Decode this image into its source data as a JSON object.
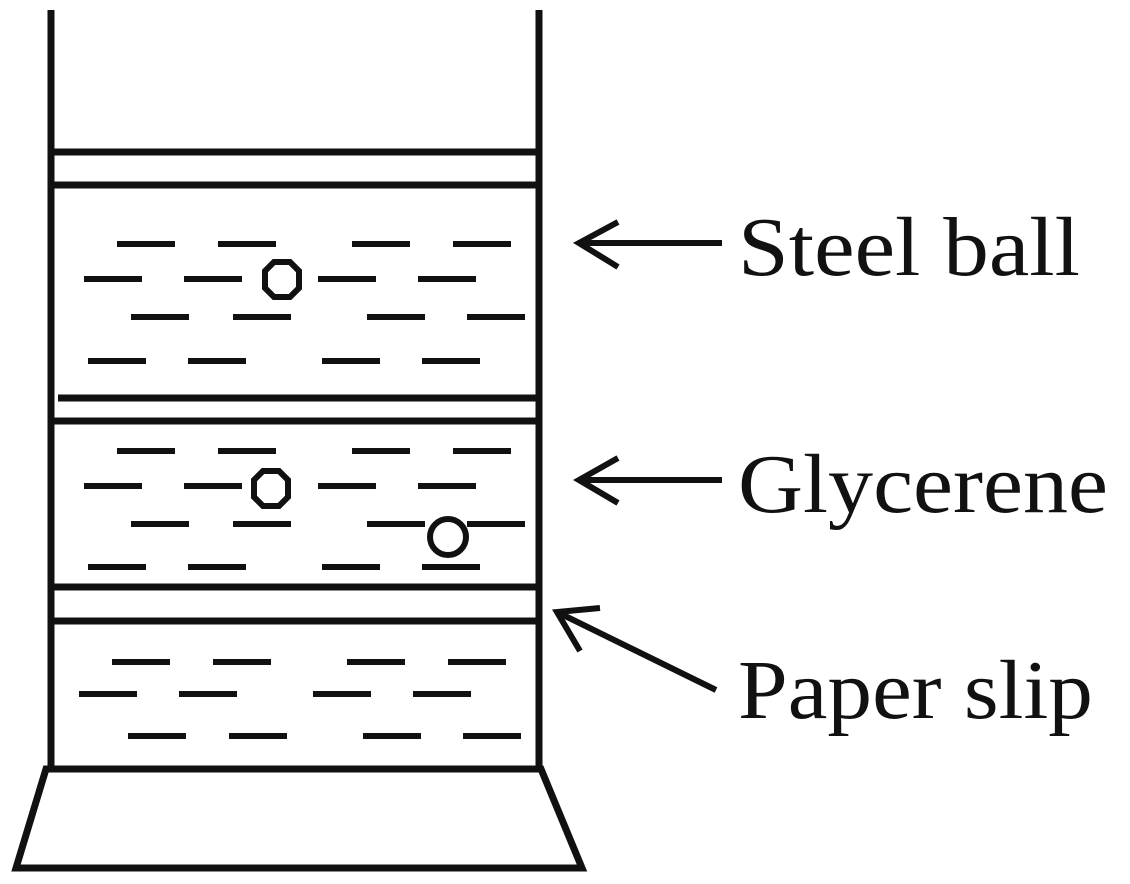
{
  "labels": {
    "steel_ball": "Steel ball",
    "glycerene": "Glycerene",
    "paper_slip": "Paper slip"
  },
  "colors": {
    "ink": "#111111",
    "background": "#ffffff"
  }
}
